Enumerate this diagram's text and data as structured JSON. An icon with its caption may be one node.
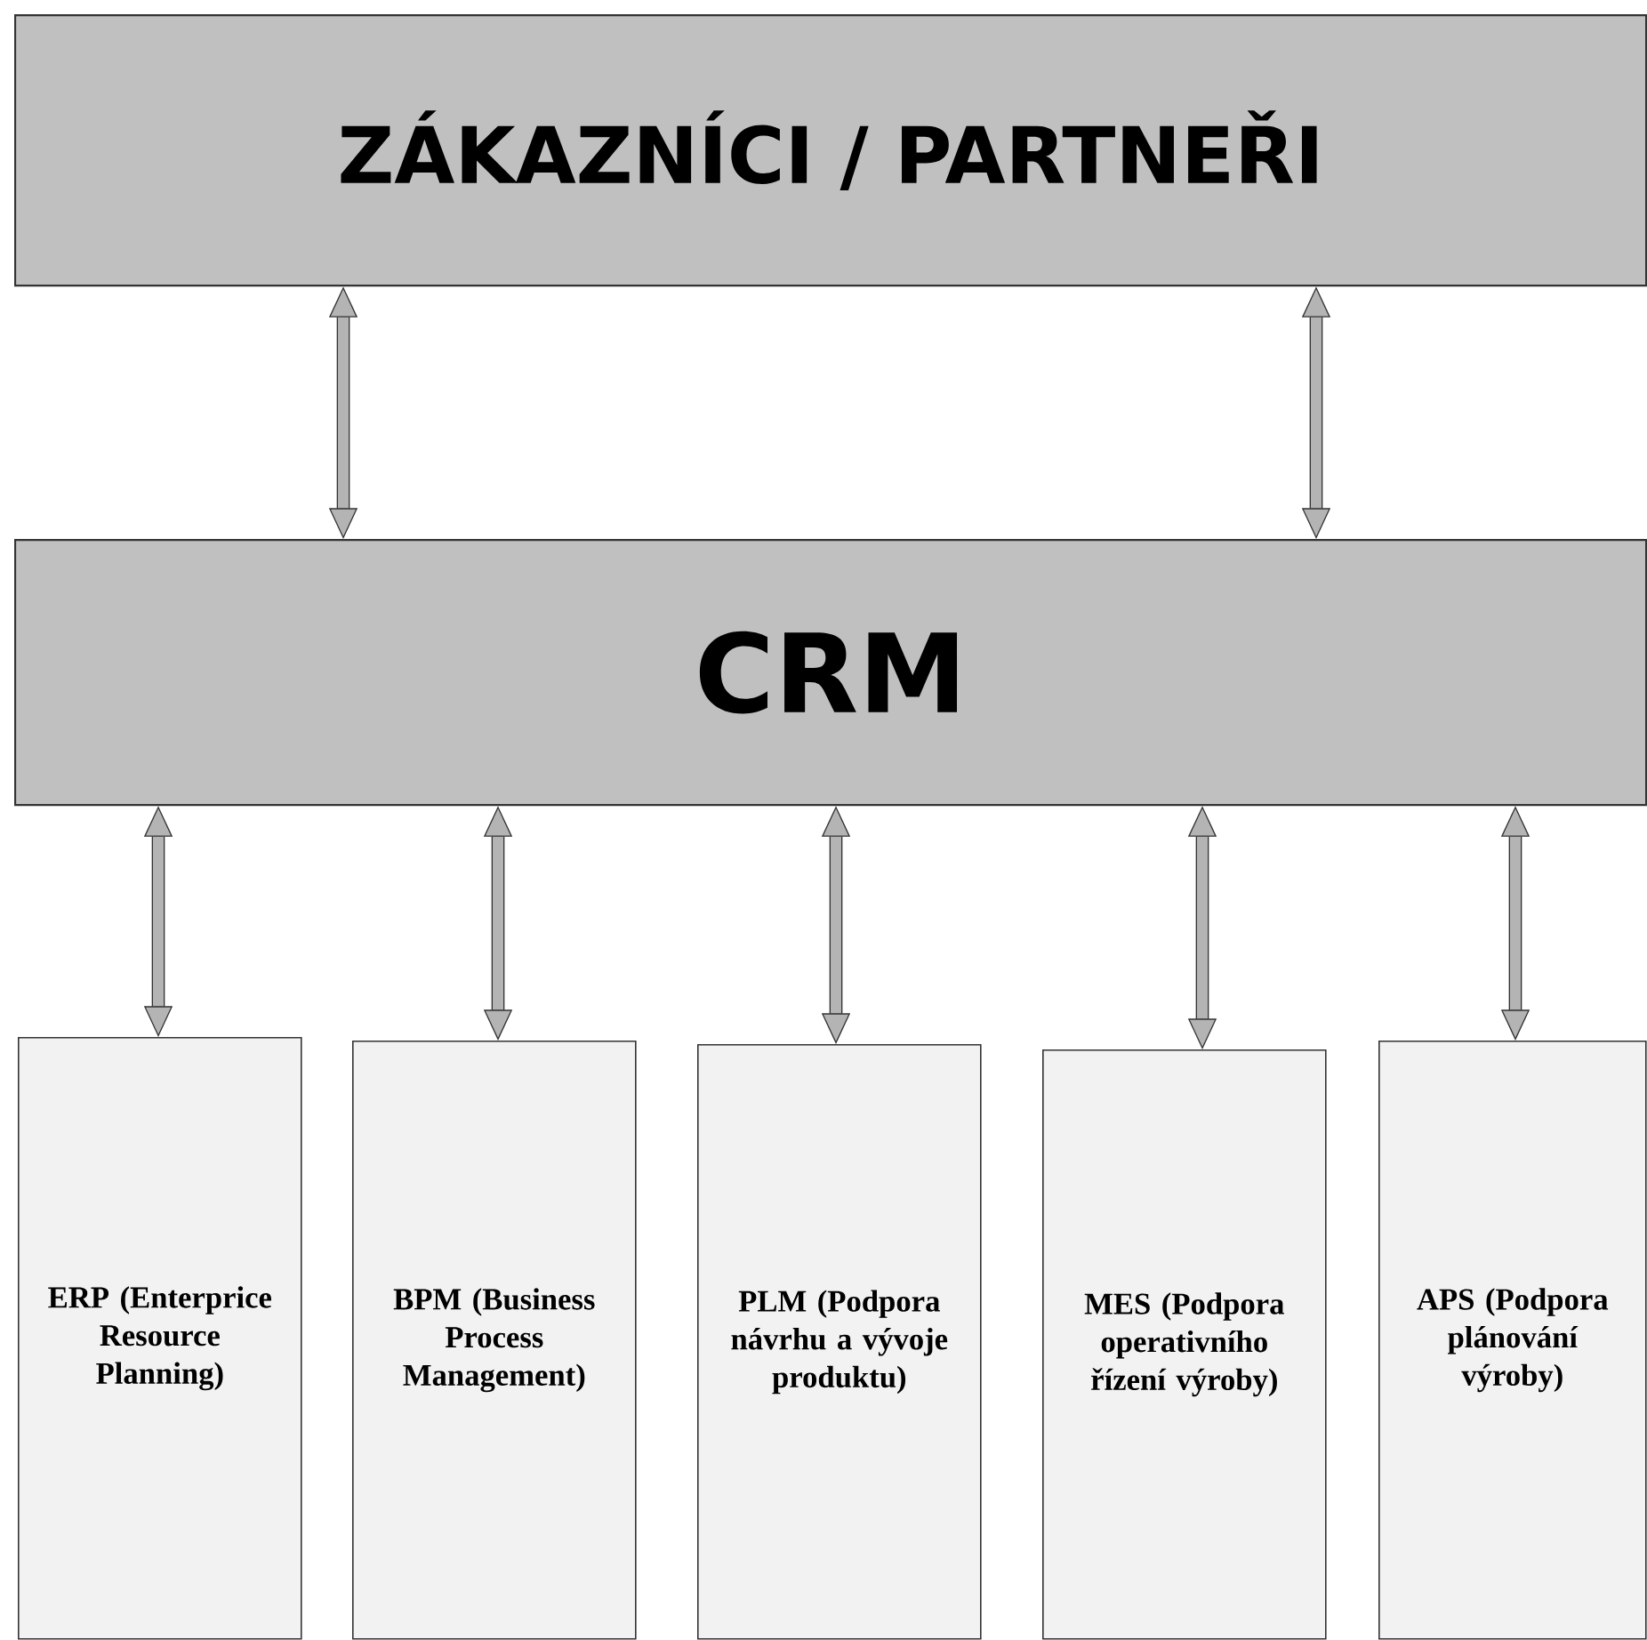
{
  "diagram": {
    "nodes": [
      {
        "text": [
          "ZÁKAZNÍCI / PARTNEŘI"
        ]
      },
      {
        "text": [
          "CRM"
        ]
      },
      {
        "text": [
          "ERP (Enterprice Resource Planning)"
        ]
      },
      {
        "text": [
          "BPM (Business Process Management)"
        ]
      },
      {
        "text": [
          "PLM (Podpora návrhu a vývoje produktu)"
        ]
      },
      {
        "text": [
          "MES (Podpora operativního řízení výroby)"
        ]
      },
      {
        "text": [
          "APS (Podpora plánování výroby)"
        ]
      }
    ],
    "edges": [
      {
        "from": 0,
        "to": 1,
        "arrow": "both"
      },
      {
        "from": 0,
        "to": 1,
        "arrow": "both"
      },
      {
        "from": 1,
        "to": 2,
        "arrow": "both"
      },
      {
        "from": 1,
        "to": 3,
        "arrow": "both"
      },
      {
        "from": 1,
        "to": 4,
        "arrow": "both"
      },
      {
        "from": 1,
        "to": 5,
        "arrow": "both"
      },
      {
        "from": 1,
        "to": 6,
        "arrow": "both"
      }
    ]
  }
}
